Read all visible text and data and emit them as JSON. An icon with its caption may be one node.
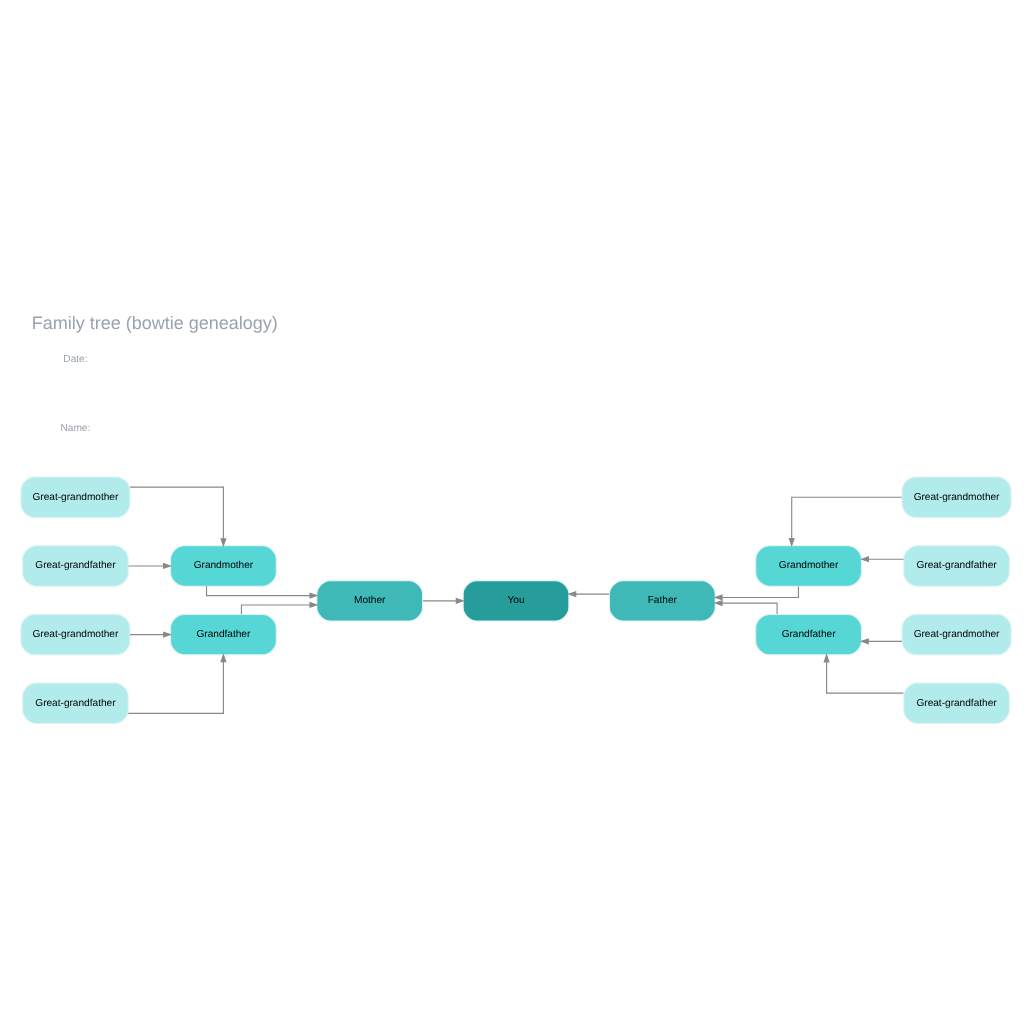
{
  "diagram": {
    "title": "Family tree (bowtie genealogy)",
    "nodes": [
      {
        "text": [
          "Great-grandmother"
        ]
      },
      {
        "text": [
          "Great-grandmother"
        ]
      },
      {
        "text": [
          "Grandmother"
        ]
      },
      {
        "text": [
          "Grandmother"
        ]
      },
      {
        "text": [
          "You"
        ]
      },
      {
        "text": [
          "Great-grandfather"
        ]
      },
      {
        "text": [
          "Great-grandfather"
        ]
      },
      {
        "text": [
          "Mother"
        ]
      },
      {
        "text": [
          "Father"
        ]
      },
      {
        "text": [
          "Great-grandmother"
        ]
      },
      {
        "text": [
          "Great-grandmother"
        ]
      },
      {
        "text": [
          "Grandfather"
        ]
      },
      {
        "text": [
          "Grandfather"
        ]
      },
      {
        "text": [
          "Great-grandfather"
        ]
      },
      {
        "text": [
          "Great-grandfather"
        ]
      }
    ],
    "edges": [
      {
        "from": 0,
        "to": 2,
        "arrow": "to"
      },
      {
        "from": 5,
        "to": 2,
        "arrow": "to"
      },
      {
        "from": 9,
        "to": 11,
        "arrow": "to"
      },
      {
        "from": 13,
        "to": 11,
        "arrow": "to"
      },
      {
        "from": 2,
        "to": 7,
        "arrow": "to"
      },
      {
        "from": 11,
        "to": 7,
        "arrow": "to"
      },
      {
        "from": 7,
        "to": 4,
        "arrow": "to"
      },
      {
        "from": 8,
        "to": 4,
        "arrow": "to"
      },
      {
        "from": 3,
        "to": 8,
        "arrow": "to"
      },
      {
        "from": 12,
        "to": 8,
        "arrow": "to"
      },
      {
        "from": 1,
        "to": 3,
        "arrow": "to"
      },
      {
        "from": 6,
        "to": 3,
        "arrow": "to"
      },
      {
        "from": 10,
        "to": 12,
        "arrow": "to"
      },
      {
        "from": 14,
        "to": 12,
        "arrow": "to"
      }
    ],
    "labels": [
      "Name:",
      "Date:"
    ]
  }
}
